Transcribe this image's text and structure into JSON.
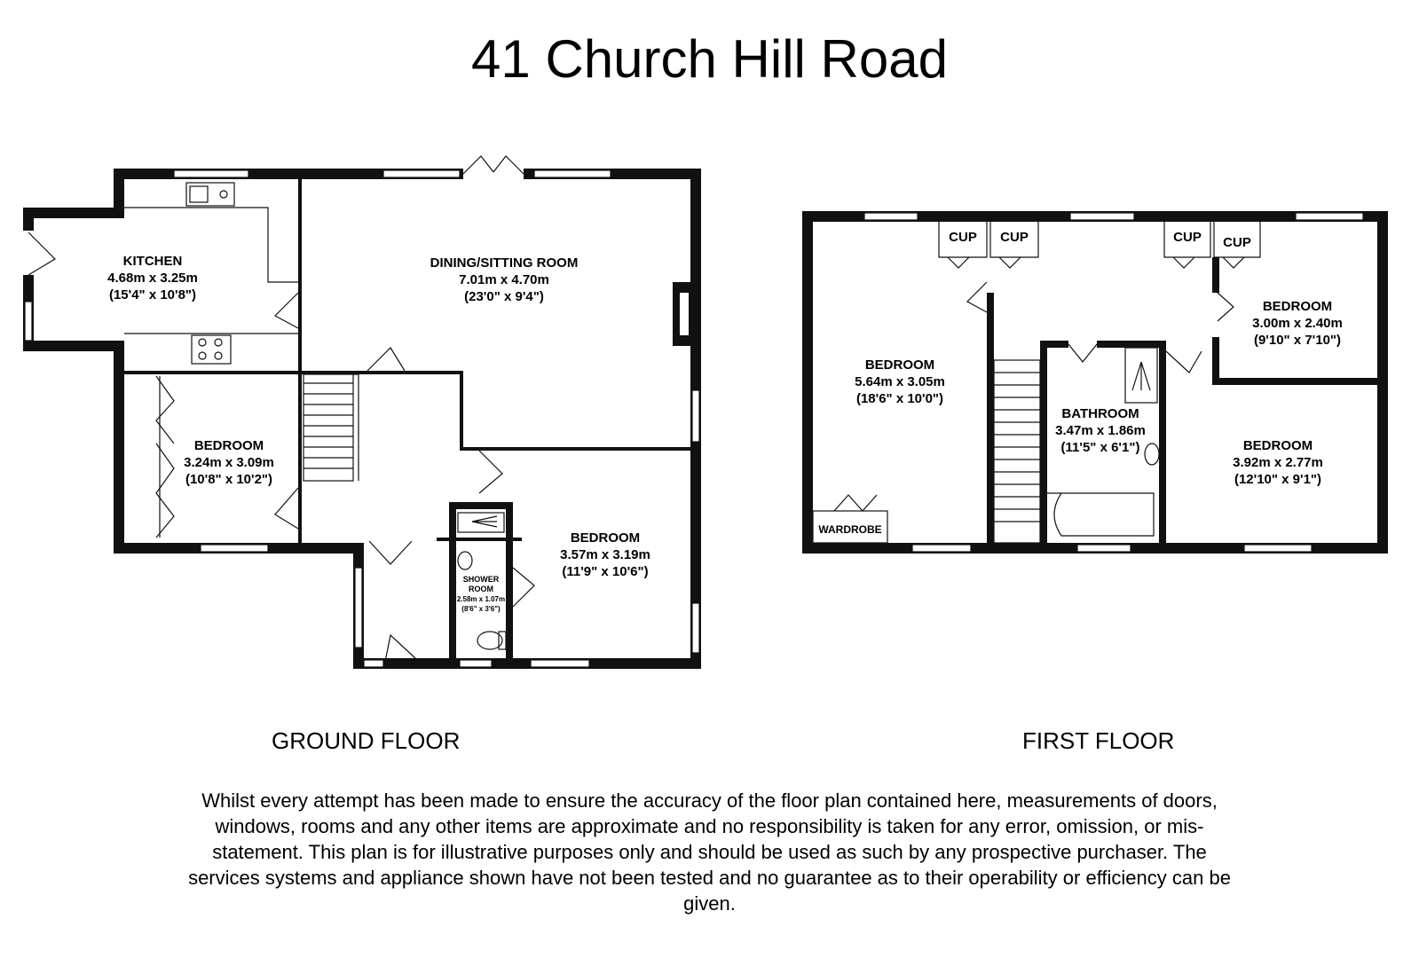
{
  "title": "41 Church Hill Road",
  "floors": {
    "ground": {
      "label": "GROUND FLOOR",
      "rooms": [
        {
          "name": "KITCHEN",
          "metric": "4.68m x 3.25m",
          "imperial": "(15'4\" x 10'8\")"
        },
        {
          "name": "DINING/SITTING ROOM",
          "metric": "7.01m x 4.70m",
          "imperial": "(23'0\" x 9'4\")"
        },
        {
          "name": "BEDROOM",
          "metric": "3.24m x 3.09m",
          "imperial": "(10'8\" x 10'2\")"
        },
        {
          "name": "BEDROOM",
          "metric": "3.57m x 3.19m",
          "imperial": "(11'9\" x 10'6\")"
        },
        {
          "name_line1": "SHOWER",
          "name_line2": "ROOM",
          "metric": "2.58m x 1.07m",
          "imperial": "(8'6\" x 3'6\")"
        }
      ]
    },
    "first": {
      "label": "FIRST FLOOR",
      "rooms": [
        {
          "name": "BEDROOM",
          "metric": "5.64m x 3.05m",
          "imperial": "(18'6\" x 10'0\")"
        },
        {
          "name": "BATHROOM",
          "metric": "3.47m x 1.86m",
          "imperial": "(11'5\" x 6'1\")"
        },
        {
          "name": "BEDROOM",
          "metric": "3.00m x 2.40m",
          "imperial": "(9'10\" x 7'10\")"
        },
        {
          "name": "BEDROOM",
          "metric": "3.92m x 2.77m",
          "imperial": "(12'10\" x 9'1\")"
        }
      ],
      "cupboards": [
        "CUP",
        "CUP",
        "CUP",
        "CUP"
      ],
      "wardrobe": "WARDROBE"
    }
  },
  "disclaimer": "Whilst every attempt has been made to ensure the accuracy of the floor plan contained here, measurements of doors, windows, rooms and any other items are approximate and no responsibility is taken for any error, omission, or mis-statement. This plan is for illustrative purposes only and should be used as such by any prospective purchaser. The services systems and appliance shown have not been tested and no guarantee as to their operability or efficiency can be given."
}
